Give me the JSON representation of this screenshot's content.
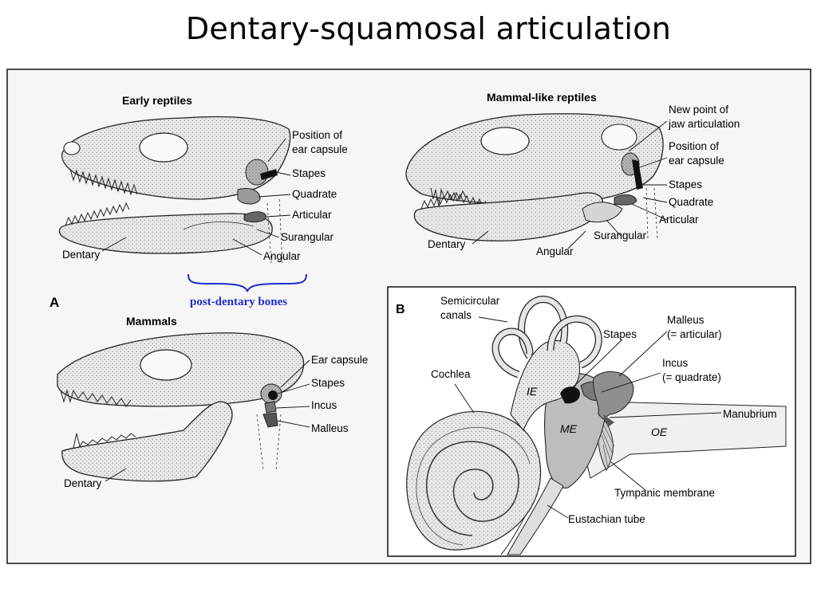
{
  "slide": {
    "title": "Dentary-squamosal articulation"
  },
  "panel_a": {
    "label": "A",
    "early_reptiles": {
      "heading": "Early reptiles",
      "labels": {
        "ear_capsule_position_line1": "Position of",
        "ear_capsule_position_line2": "ear capsule",
        "stapes": "Stapes",
        "quadrate": "Quadrate",
        "articular": "Articular",
        "surangular": "Surangular",
        "angular": "Angular",
        "dentary": "Dentary"
      }
    },
    "mammal_like_reptiles": {
      "heading": "Mammal-like reptiles",
      "labels": {
        "new_point_line1": "New point of",
        "new_point_line2": "jaw articulation",
        "ear_capsule_position_line1": "Position of",
        "ear_capsule_position_line2": "ear capsule",
        "stapes": "Stapes",
        "quadrate": "Quadrate",
        "articular": "Articular",
        "surangular": "Surangular",
        "angular": "Angular",
        "dentary": "Dentary"
      }
    },
    "mammals": {
      "heading": "Mammals",
      "labels": {
        "ear_capsule": "Ear capsule",
        "stapes": "Stapes",
        "incus": "Incus",
        "malleus": "Malleus",
        "dentary": "Dentary"
      }
    },
    "annotation": {
      "text": "post-dentary bones",
      "color": "#1f2ccc"
    }
  },
  "panel_b": {
    "label": "B",
    "labels": {
      "semicircular_line1": "Semicircular",
      "semicircular_line2": "canals",
      "cochlea": "Cochlea",
      "stapes": "Stapes",
      "malleus_line1": "Malleus",
      "malleus_line2": "(= articular)",
      "incus_line1": "Incus",
      "incus_line2": "(= quadrate)",
      "manubrium": "Manubrium",
      "ie": "IE",
      "me": "ME",
      "oe": "OE",
      "tympanic": "Tympanic membrane",
      "eustachian": "Eustachian tube"
    }
  }
}
